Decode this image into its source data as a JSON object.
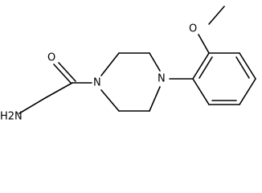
{
  "molecule": {
    "atoms": {
      "amine": "H2N",
      "carbonyl_oxygen": "O",
      "piperazine_n1": "N",
      "piperazine_n4": "N",
      "methoxy_oxygen": "O"
    }
  }
}
